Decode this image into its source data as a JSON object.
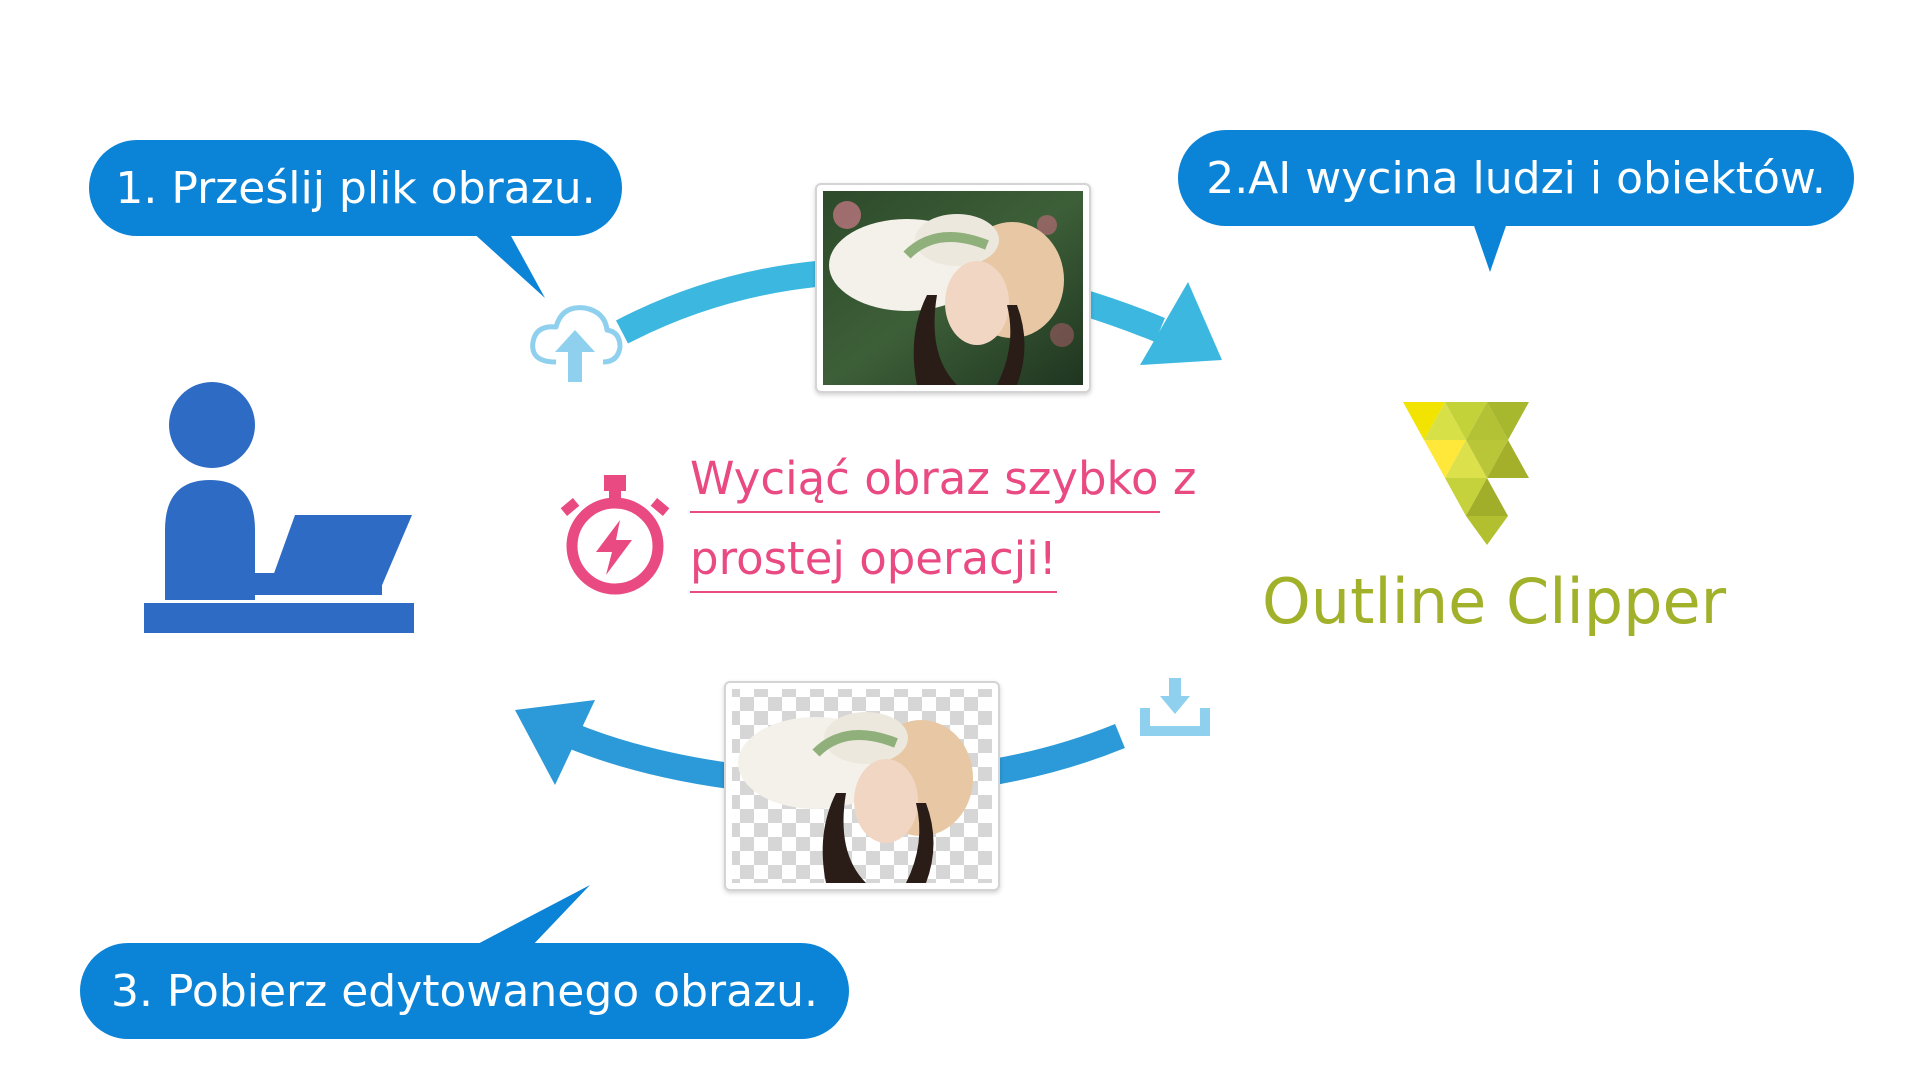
{
  "steps": {
    "step1": "1. Prześlij plik obrazu.",
    "step2": "2.AI wycina ludzi i obiektów.",
    "step3": "3. Pobierz edytowanego obrazu."
  },
  "tagline": {
    "line1": "Wyciąć obraz szybko z",
    "line2": "prostej operacji!"
  },
  "brand": {
    "name": "Outline Clipper"
  },
  "icons": {
    "user": "user-at-laptop-icon",
    "upload": "cloud-upload-icon",
    "download": "download-tray-icon",
    "stopwatch": "stopwatch-lightning-icon",
    "logo": "gem-logo-icon"
  },
  "colors": {
    "bubble": "#0b84d8",
    "arrow_top": "#3cb8e0",
    "arrow_bottom": "#2c9ad8",
    "user_icon": "#2d6bc4",
    "accent_pink": "#ea4a82",
    "brand_text": "#a2b12a",
    "cloud_icon": "#8fd0ee"
  }
}
